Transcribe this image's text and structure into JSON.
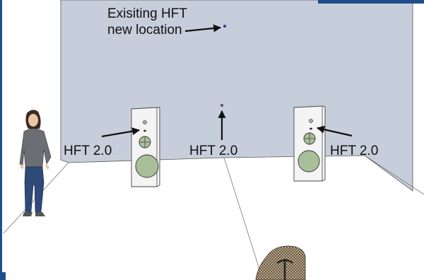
{
  "annotations": {
    "new_location_label": "Exisiting HFT new location",
    "left_speaker_label": "HFT 2.0",
    "center_label": "HFT 2.0",
    "right_speaker_label": "HFT 2.0"
  },
  "colors": {
    "back_wall": "#c7cedb",
    "floor": "#ffffff",
    "frame_border": "#1f4e8c",
    "speaker_cabinet": "#f4f4f4",
    "woofer": "#a9bf99",
    "sensor_dot": "#2a3f8f",
    "arrow": "#111111",
    "person_shirt": "#6b6e73",
    "person_jeans": "#2e4a78",
    "person_hair": "#3c2a20",
    "chair": "#8c7a63"
  }
}
